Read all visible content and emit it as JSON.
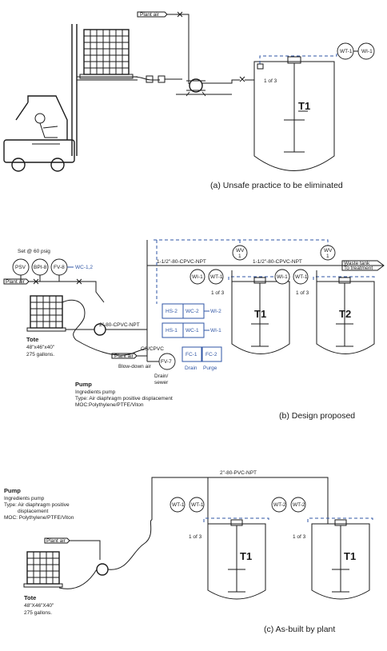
{
  "panel_a": {
    "caption": "(a) Unsafe practice to be eliminated",
    "plant_air": "Plant air",
    "instruments": [
      "WT-1",
      "WI-1"
    ],
    "one_of_three": "1 of 3",
    "tank": "T1"
  },
  "panel_b": {
    "caption": "(b) Design proposed",
    "set_point": "Set @ 60 psig",
    "header_instruments": [
      "PSV",
      "BPI-8",
      "FV-8"
    ],
    "wc_label": "WC-1,2",
    "plant_air": "Plant air",
    "line_2in": "2\"-80-CPVC-NPT",
    "line_1_5_left": "1-1/2\"-80-CPVC-NPT",
    "line_1_5_right": "1-1/2\"-80-CPVC-NPT",
    "waste_tank_line1": "Waste tank",
    "waste_tank_line2": "To treatment",
    "wv_left": [
      "WV",
      "1"
    ],
    "wv_right": [
      "WV",
      "1"
    ],
    "tank_instruments_left": [
      "WI-1",
      "WT-1"
    ],
    "tank_instruments_right": [
      "WI-1",
      "WT-1"
    ],
    "one_of_three_left": "1 of 3",
    "one_of_three_right": "1 of 3",
    "tank_left": "T1",
    "tank_right": "T2",
    "hs_wc_row1": [
      "HS-2",
      "WC-2"
    ],
    "hs_wc_row2": [
      "HS-1",
      "WC-1"
    ],
    "wi2": "WI-2",
    "wi1": "WI-1",
    "fc_boxes": [
      "FC-1",
      "FC-2"
    ],
    "drain_label": "Drain",
    "purge_label": "Purge",
    "cs_cpvc": "CS/CPVC",
    "plant_air_2": "Plant air",
    "blowdown": "Blow-down air",
    "fv7": "FV-7",
    "drain_sewer_1": "Drain/",
    "drain_sewer_2": "sewer",
    "tote_title": "Tote",
    "tote_dims": "48\"x46\"x40\"",
    "tote_gal": "275 gallons.",
    "pump_title": "Pump",
    "pump_line1": "Ingredients pump",
    "pump_line2": "Type:  Air diaphragm positive displacement",
    "pump_line3": "MOC:Polythylene/PTFE/Viton"
  },
  "panel_c": {
    "caption": "(c) As-built by plant",
    "pump_title": "Pump",
    "pump_line1": "Ingredients pump",
    "pump_line2": "Type:  Air diaphragm positive",
    "pump_line2b": "displacement",
    "pump_line3": "MOC: Polythylene/PTFE/Viton",
    "line_2in": "2\"-80-PVC-NPT",
    "instruments_left": [
      "WT-1",
      "WT-1"
    ],
    "instruments_right": [
      "WT-2",
      "WT-2"
    ],
    "one_of_three_left": "1 of 3",
    "one_of_three_right": "1 of 3",
    "tank_left": "T1",
    "tank_right": "T1",
    "plant_air": "Plant air",
    "tote_title": "Tote",
    "tote_dims": "48\"X46\"X40\"",
    "tote_gal": "275 gallons."
  }
}
